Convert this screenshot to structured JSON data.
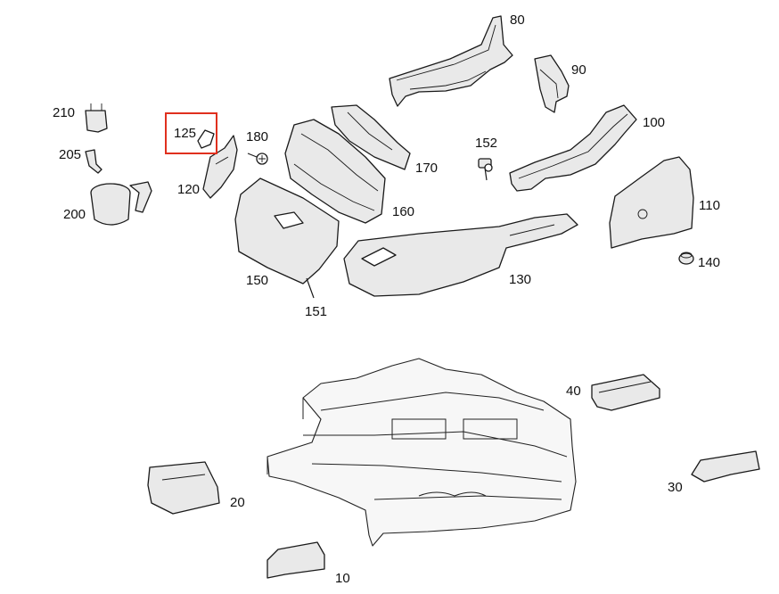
{
  "highlight_color": "#e0301e",
  "callouts": {
    "c80": "80",
    "c90": "90",
    "c100": "100",
    "c110": "110",
    "c120": "120",
    "c125": "125",
    "c130": "130",
    "c140": "140",
    "c150": "150",
    "c151": "151",
    "c152": "152",
    "c160": "160",
    "c170": "170",
    "c180": "180",
    "c200": "200",
    "c205": "205",
    "c210": "210",
    "c10": "10",
    "c20": "20",
    "c30": "30",
    "c40": "40"
  },
  "highlighted_part": "125"
}
